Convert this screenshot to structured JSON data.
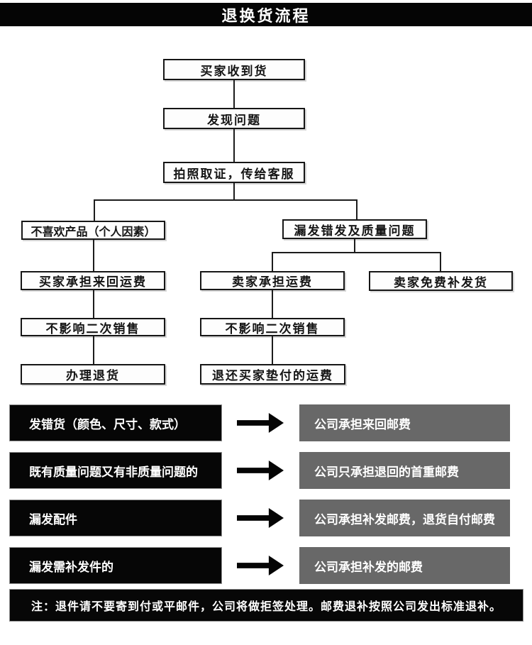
{
  "header": {
    "title": "退换货流程"
  },
  "colors": {
    "banner_bg": "#050505",
    "node_border": "#161616",
    "node_bg": "#fdfdfd",
    "condition_box_bg": "#060606",
    "result_box_bg": "#686868",
    "arrow_color": "#050505",
    "note_bg": "#070707",
    "light_text": "#ffffff"
  },
  "flowchart": {
    "nodes": [
      {
        "label": "买家收到货"
      },
      {
        "label": "发现问题"
      },
      {
        "label": "拍照取证，传给客服"
      },
      {
        "label": "不喜欢产品（个人因素）"
      },
      {
        "label": "漏发错发及质量问题"
      },
      {
        "label": "买家承担来回运费"
      },
      {
        "label": "卖家承担运费"
      },
      {
        "label": "卖家免费补发货"
      },
      {
        "label": "不影响二次销售"
      },
      {
        "label": "不影响二次销售"
      },
      {
        "label": "办理退货"
      },
      {
        "label": "退还买家垫付的运费"
      }
    ]
  },
  "bottom_rows": [
    {
      "condition": "发错货（颜色、尺寸、款式）",
      "result": "公司承担来回邮费"
    },
    {
      "condition": "既有质量问题又有非质量问题的",
      "result": "公司只承担退回的首重邮费"
    },
    {
      "condition": "漏发配件",
      "result": "公司承担补发邮费，退货自付邮费"
    },
    {
      "condition": "漏发需补发件的",
      "result": "公司承担补发的邮费"
    }
  ],
  "note": {
    "text": "注：退件请不要寄到付或平邮件，公司将做拒签处理。邮费退补按照公司发出标准退补。"
  }
}
